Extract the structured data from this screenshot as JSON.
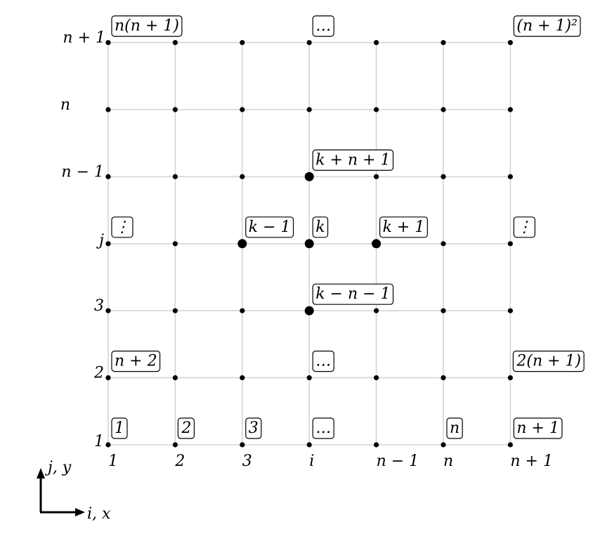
{
  "colors": {
    "grid": "#d4d4d4",
    "node": "#000000",
    "neighbor": "#ff0000",
    "center": "#000000"
  },
  "grid": {
    "columns": [
      "1",
      "2",
      "3",
      "i",
      "n − 1",
      "n",
      "n + 1"
    ],
    "rows": [
      "1",
      "2",
      "3",
      "j",
      "n − 1",
      "n",
      "n + 1"
    ],
    "highlight": {
      "center": {
        "col": 3,
        "row": 3
      },
      "neighbors": [
        {
          "col": 2,
          "row": 3
        },
        {
          "col": 4,
          "row": 3
        },
        {
          "col": 3,
          "row": 4
        },
        {
          "col": 3,
          "row": 2
        }
      ]
    }
  },
  "node_labels": [
    {
      "col": 0,
      "row": 0,
      "text": "1"
    },
    {
      "col": 1,
      "row": 0,
      "text": "2"
    },
    {
      "col": 2,
      "row": 0,
      "text": "3"
    },
    {
      "col": 3,
      "row": 0,
      "text": "…"
    },
    {
      "col": 5,
      "row": 0,
      "text": "n"
    },
    {
      "col": 6,
      "row": 0,
      "text": "n + 1"
    },
    {
      "col": 0,
      "row": 1,
      "text": "n + 2"
    },
    {
      "col": 3,
      "row": 1,
      "text": "…"
    },
    {
      "col": 6,
      "row": 1,
      "text": "2(n + 1)"
    },
    {
      "col": 3,
      "row": 2,
      "text": "k − n − 1"
    },
    {
      "col": 0,
      "row": 3,
      "text": "⋮"
    },
    {
      "col": 2,
      "row": 3,
      "text": "k − 1"
    },
    {
      "col": 3,
      "row": 3,
      "text": "k"
    },
    {
      "col": 4,
      "row": 3,
      "text": "k + 1"
    },
    {
      "col": 6,
      "row": 3,
      "text": "⋮"
    },
    {
      "col": 3,
      "row": 4,
      "text": "k + n + 1"
    },
    {
      "col": 0,
      "row": 6,
      "text": "n(n + 1)"
    },
    {
      "col": 3,
      "row": 6,
      "text": "…"
    },
    {
      "col": 6,
      "row": 6,
      "text": "(n + 1)²"
    }
  ],
  "axes": {
    "vertical_label": "j, y",
    "horizontal_label": "i, x"
  }
}
